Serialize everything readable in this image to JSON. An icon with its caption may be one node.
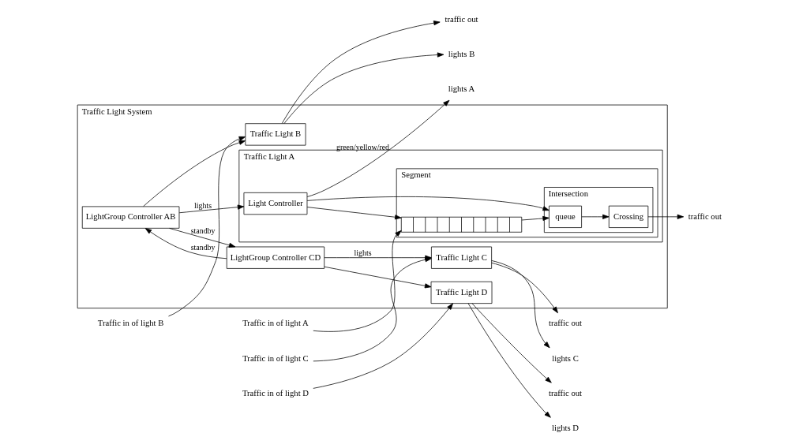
{
  "diagram": {
    "nodes": [
      {
        "text": [
          "Traffic Light System"
        ]
      },
      {
        "text": [
          "Traffic Light A"
        ],
        "in": 0
      },
      {
        "text": [
          "Segment"
        ],
        "in": 1
      },
      {
        "text": [],
        "shape": "box",
        "in": 2
      },
      {
        "text": [
          "Intersection"
        ],
        "in": 2
      },
      {
        "text": [
          "queue"
        ],
        "in": 4
      },
      {
        "text": [
          "Crossing"
        ],
        "in": 4
      },
      {
        "text": [
          "Light Controller"
        ],
        "in": 1
      },
      {
        "text": [
          "LightGroup Controller AB"
        ],
        "in": 0
      },
      {
        "text": [
          "LightGroup Controller CD"
        ],
        "in": 0
      },
      {
        "text": [
          "Traffic Light B"
        ],
        "in": 0
      },
      {
        "text": [
          "Traffic Light C"
        ],
        "in": 0
      },
      {
        "text": [
          "Traffic Light D"
        ],
        "in": 0
      },
      {
        "text": [
          "Traffic in of light A"
        ]
      },
      {
        "text": [
          "Traffic in of light B"
        ]
      },
      {
        "text": [
          "Traffic in of light C"
        ]
      },
      {
        "text": [
          "Traffic in of light D"
        ]
      },
      {
        "text": [
          "traffic out"
        ]
      },
      {
        "text": [
          "lights A"
        ]
      },
      {
        "text": [
          "traffic out"
        ]
      },
      {
        "text": [
          "lights B"
        ]
      },
      {
        "text": [
          "traffic out"
        ]
      },
      {
        "text": [
          "lights C"
        ]
      },
      {
        "text": [
          "traffic out"
        ]
      },
      {
        "text": [
          "lights D"
        ]
      }
    ],
    "edges": [
      {
        "from": 13,
        "to": 3,
        "arrow": "to"
      },
      {
        "from": 3,
        "to": 5,
        "arrow": "to"
      },
      {
        "from": 5,
        "to": 6,
        "arrow": "to"
      },
      {
        "from": 6,
        "to": 17,
        "arrow": "to"
      },
      {
        "from": 7,
        "to": 3,
        "arrow": "to"
      },
      {
        "from": 7,
        "to": 5,
        "arrow": "to"
      },
      {
        "from": 7,
        "to": 18,
        "arrow": "to",
        "label": "green/yellow/red"
      },
      {
        "from": 8,
        "to": 7,
        "arrow": "to",
        "label": "lights"
      },
      {
        "from": 8,
        "to": 10,
        "arrow": "to"
      },
      {
        "from": 8,
        "to": 9,
        "arrow": "to",
        "label": "standby"
      },
      {
        "from": 9,
        "to": 8,
        "arrow": "to",
        "label": "standby"
      },
      {
        "from": 9,
        "to": 11,
        "arrow": "to",
        "label": "lights"
      },
      {
        "from": 9,
        "to": 12,
        "arrow": "to"
      },
      {
        "from": 14,
        "to": 10,
        "arrow": "to"
      },
      {
        "from": 15,
        "to": 11,
        "arrow": "to"
      },
      {
        "from": 16,
        "to": 12,
        "arrow": "to"
      },
      {
        "from": 10,
        "to": 19,
        "arrow": "to"
      },
      {
        "from": 10,
        "to": 20,
        "arrow": "to"
      },
      {
        "from": 11,
        "to": 21,
        "arrow": "to"
      },
      {
        "from": 11,
        "to": 22,
        "arrow": "to"
      },
      {
        "from": 12,
        "to": 23,
        "arrow": "to"
      },
      {
        "from": 12,
        "to": 24,
        "arrow": "to"
      }
    ]
  }
}
